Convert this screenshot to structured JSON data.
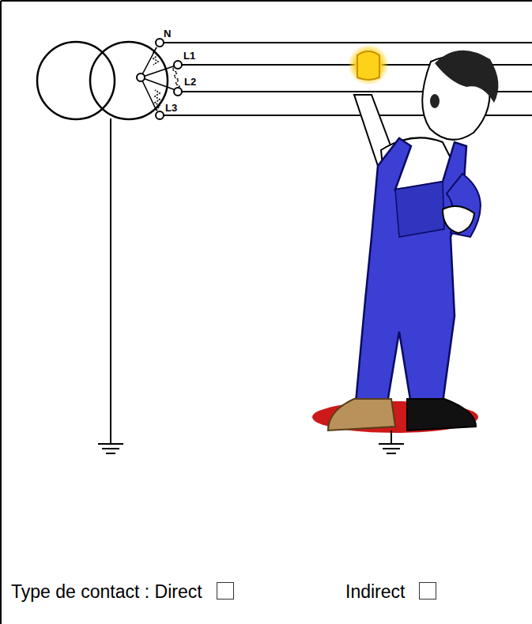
{
  "diagram": {
    "labels": [
      "N",
      "L1",
      "L2",
      "L3",
      "Type de contact : Direct",
      "Indirect"
    ]
  }
}
